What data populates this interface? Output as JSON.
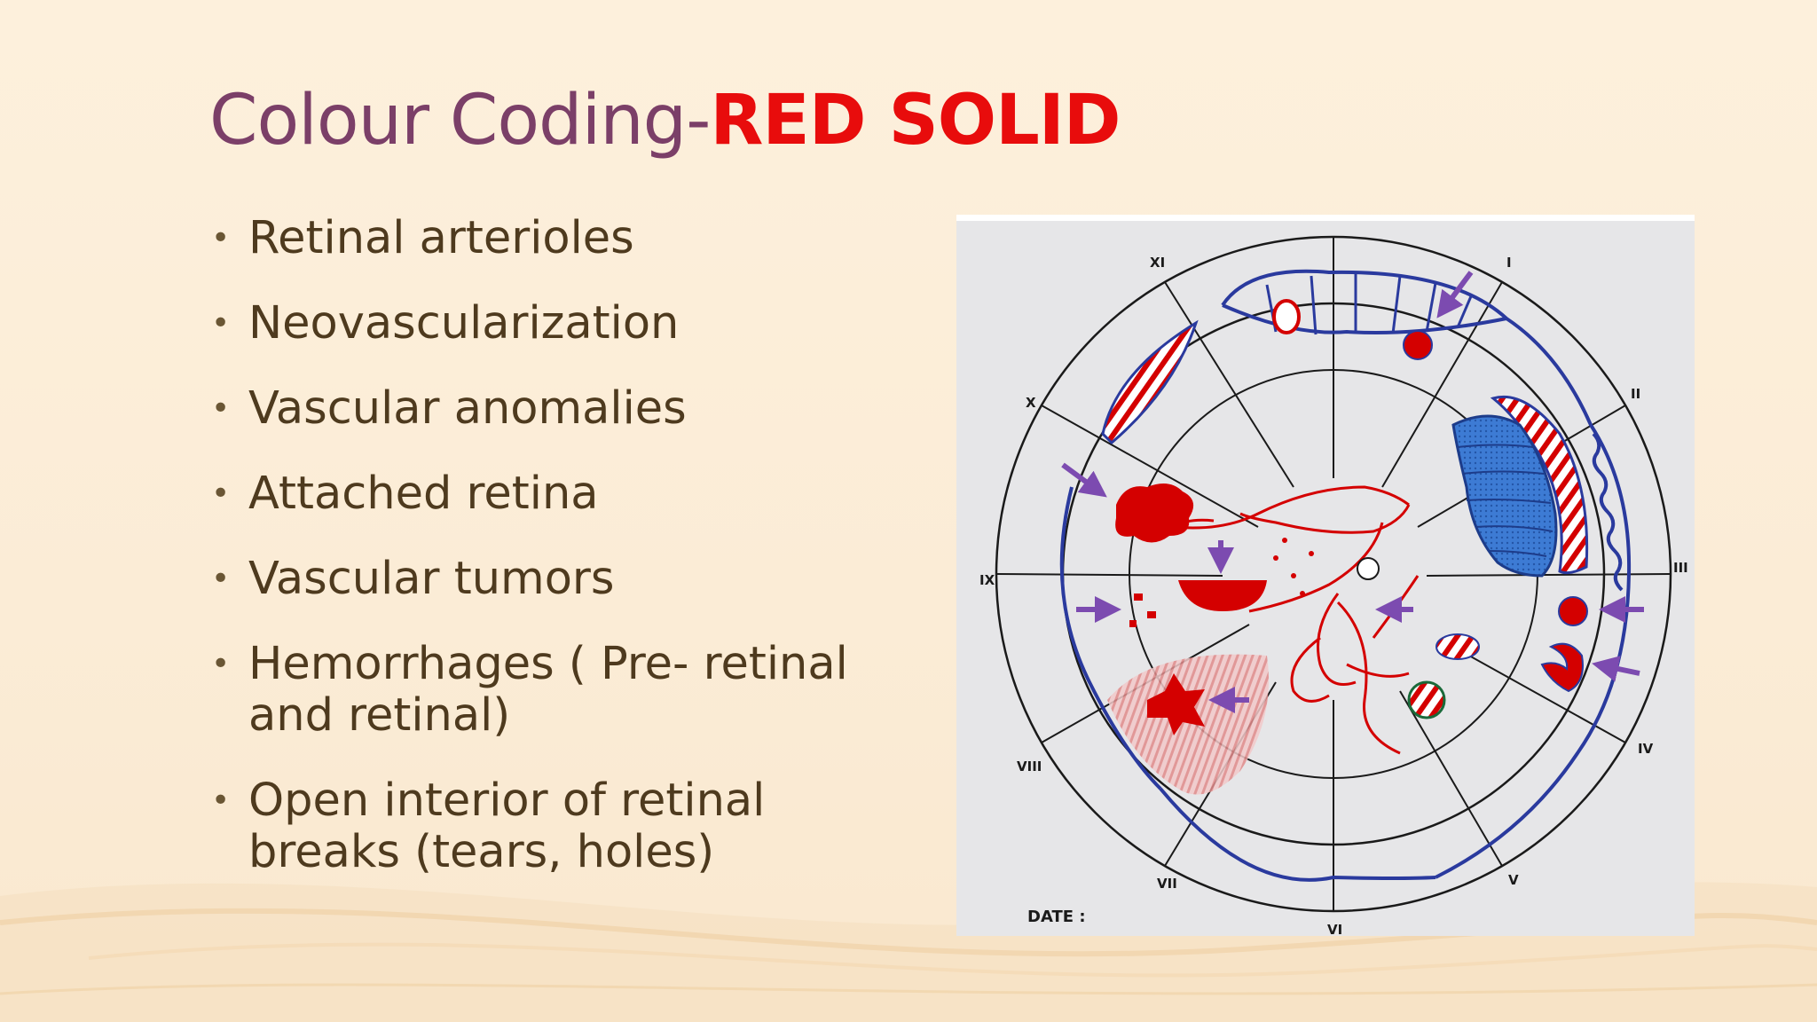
{
  "slide": {
    "title_normal": "Colour Coding-",
    "title_accent": "RED SOLID",
    "bullets": [
      "Retinal arterioles",
      "Neovascularization",
      "Vascular anomalies",
      "Attached retina",
      "Vascular tumors",
      "Hemorrhages ( Pre- retinal and retinal)",
      "Open interior of retinal breaks (tears, holes)"
    ]
  },
  "diagram": {
    "clock_labels": [
      "XI",
      "I",
      "II",
      "III",
      "IV",
      "V",
      "VI",
      "VII",
      "VIII",
      "IX",
      "X"
    ],
    "date_label": "DATE :"
  },
  "colors": {
    "title": "#7b3f68",
    "accent": "#e80c0c",
    "body_text": "#4e3a1e",
    "drawing_red": "#d40000",
    "drawing_blue": "#2a3a9e",
    "arrow_purple": "#7c4bb0"
  }
}
